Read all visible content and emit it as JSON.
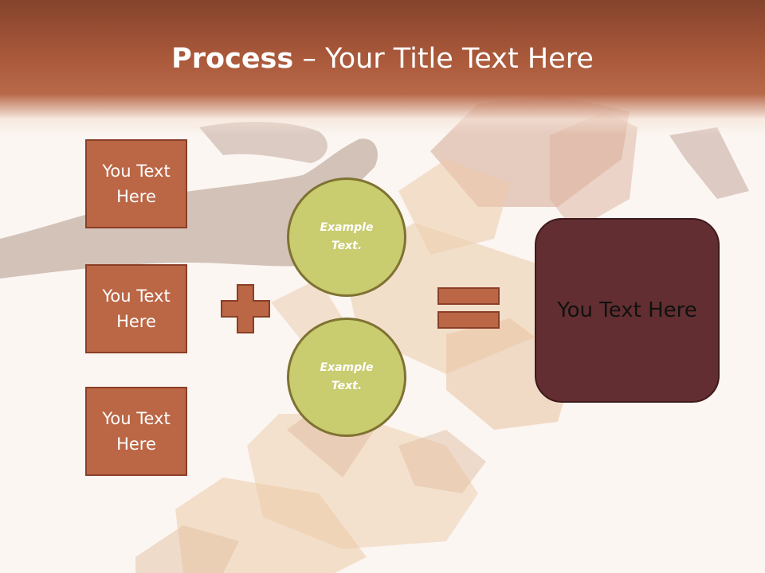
{
  "slide": {
    "title_bold": "Process",
    "title_rest": " – Your Title Text Here",
    "left_boxes": [
      "You Text Here",
      "You Text Here",
      "You Text Here"
    ],
    "circles": [
      "Example Text.",
      "Example Text."
    ],
    "result_text": "You Text Here",
    "colors": {
      "header": "#a9583a",
      "box_fill": "#bb6645",
      "circle_fill": "#c9cc6f",
      "result_fill": "#622e31"
    },
    "icons": [
      "plus-icon",
      "equals-icon"
    ]
  }
}
